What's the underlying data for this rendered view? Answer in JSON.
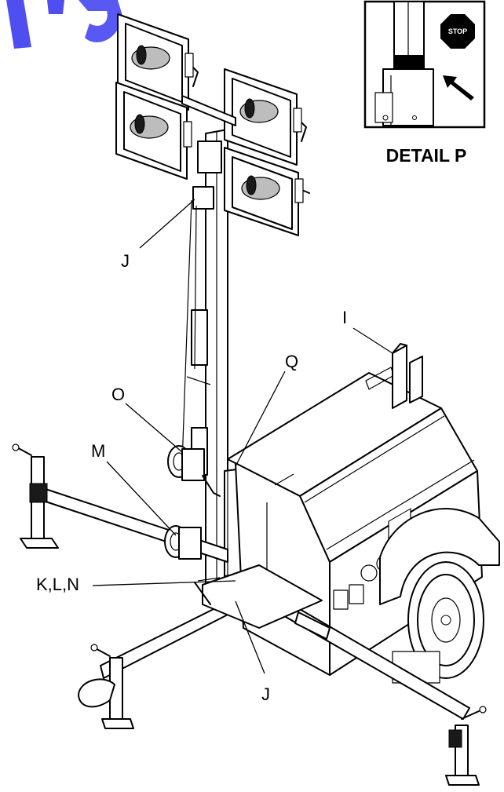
{
  "detail": {
    "title": "DETAIL P",
    "stop_sign": "STOP"
  },
  "callouts": {
    "j_top": "J",
    "j_bottom": "J",
    "i": "I",
    "q": "Q",
    "o": "O",
    "m": "M",
    "kln": "K,L,N"
  }
}
